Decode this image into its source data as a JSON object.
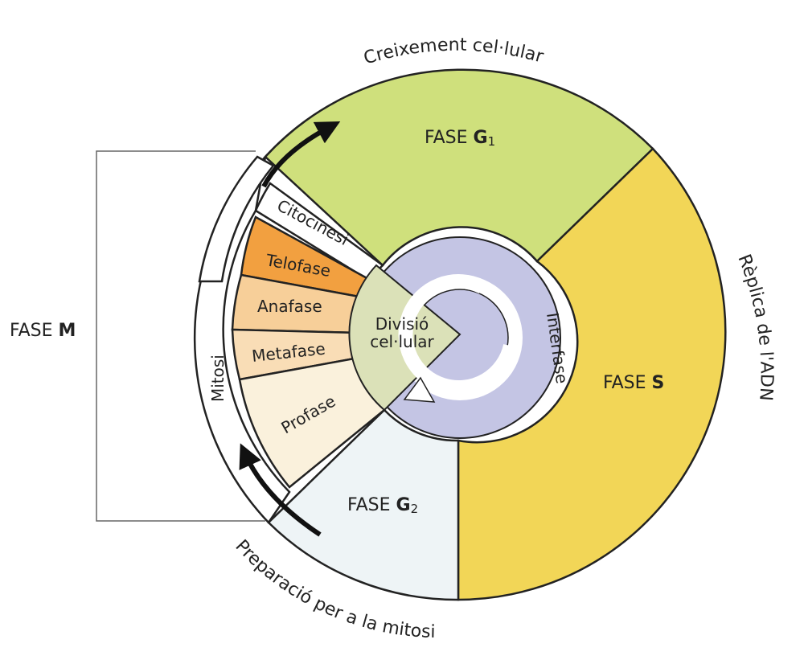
{
  "colors": {
    "g1": "#cfe07c",
    "s": "#f2d657",
    "g2": "#eef4f6",
    "interphase_ring": "#c4c5e4",
    "interphase_core": "#c4c5e4",
    "division_core": "#dbe1b8",
    "citocinesi": "#ffffff",
    "telofase": "#f2a040",
    "anafase": "#f7cf99",
    "metafase": "#f9ddb6",
    "profase": "#faf1dc",
    "mitosi_ring": "#ffffff",
    "outline": "#222222"
  },
  "phases": {
    "g1": {
      "prefix": "FASE ",
      "letter": "G",
      "sub": "1"
    },
    "s": {
      "prefix": "FASE ",
      "letter": "S"
    },
    "g2": {
      "prefix": "FASE ",
      "letter": "G",
      "sub": "2"
    },
    "m": {
      "prefix": "FASE ",
      "letter": "M"
    }
  },
  "arcs": {
    "growth": "Creixement cel·lular",
    "replication": "Rèplica de l'ADN",
    "preparation": "Preparació per a la mitosi"
  },
  "mitosis": {
    "ring_label": "Mitosi",
    "citocinesi": "Citocinesi",
    "stages": [
      "Telofase",
      "Anafase",
      "Metafase",
      "Profase"
    ]
  },
  "center": {
    "division_line1": "Divisió",
    "division_line2": "cel·lular",
    "interphase": "Interfase"
  },
  "icons": {
    "cycle_arrow": "circular-arrow-icon",
    "upper_arrow": "curved-arrow-up-icon",
    "lower_arrow": "curved-arrow-down-icon"
  }
}
